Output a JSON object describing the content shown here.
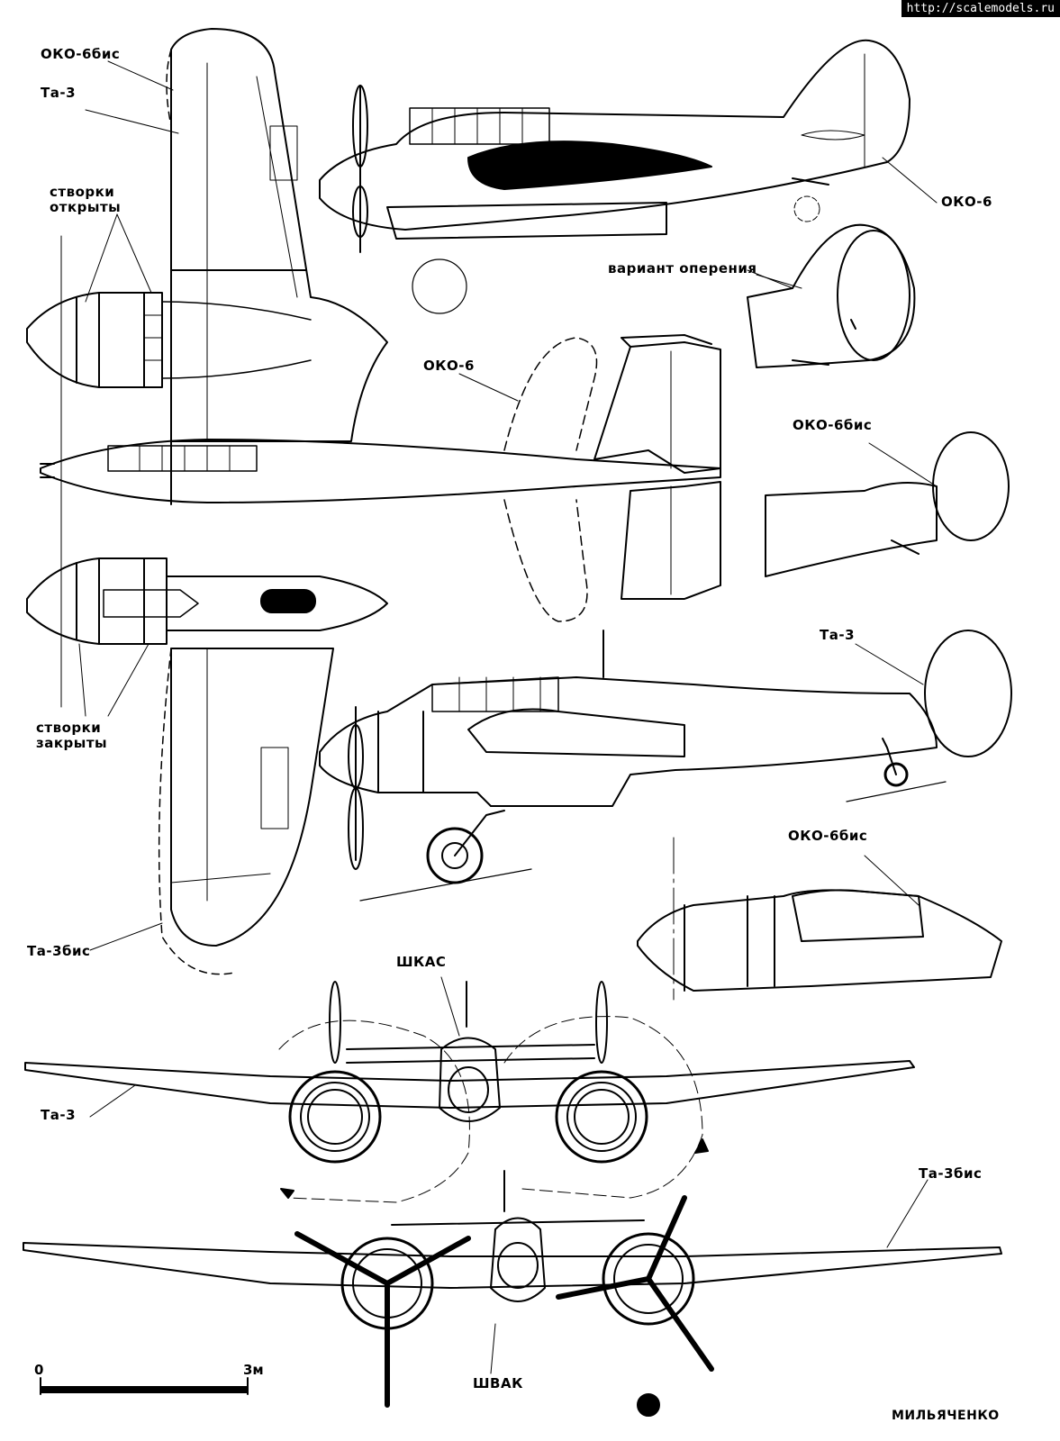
{
  "watermark": "http://scalemodels.ru",
  "labels": {
    "oko6bis_top": "ОКО-6бис",
    "ta3_top": "Та-3",
    "stvorki_otkryty": "створки\nоткрыты",
    "oko6_right": "ОКО-6",
    "variant_opereniya": "вариант оперения",
    "oko6_center": "ОКО-6",
    "oko6bis_right": "ОКО-6бис",
    "ta3_right": "Та-3",
    "stvorki_zakryty": "створки\nзакрыты",
    "oko6bis_nose": "ОКО-6бис",
    "ta3bis_left": "Та-3бис",
    "shkas": "ШКАС",
    "ta3_front": "Та-3",
    "ta3bis_front": "Та-3бис",
    "shvak": "ШВАК"
  },
  "scale": {
    "start": "0",
    "end": "3м"
  },
  "author": "МИЛЬЯЧЕНКО"
}
